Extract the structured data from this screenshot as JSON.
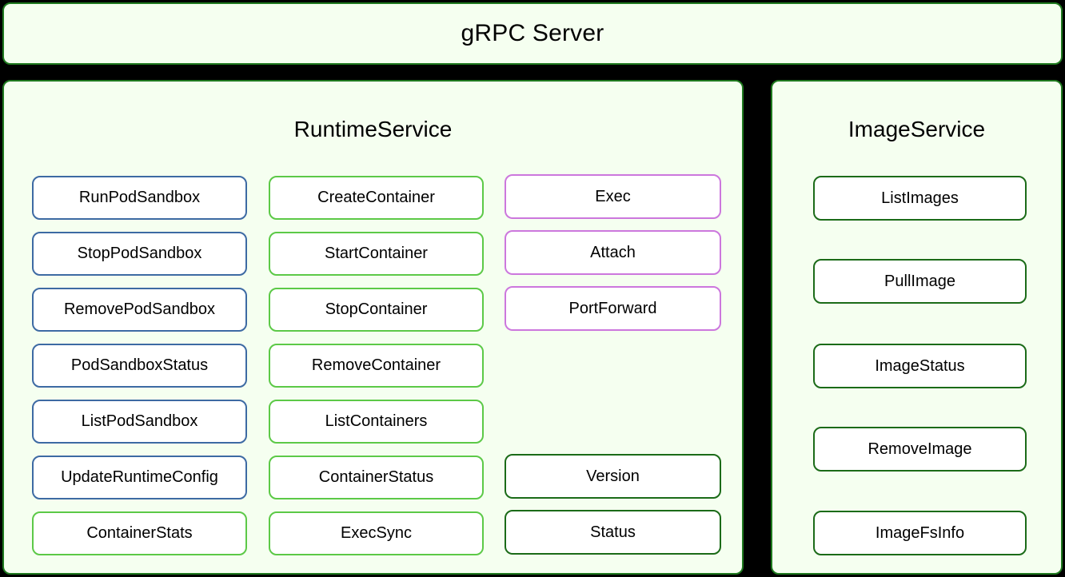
{
  "header": {
    "title": "gRPC Server"
  },
  "colors": {
    "page_background": "#000000",
    "panel_background": "#f5fff0",
    "panel_border": "#1f7a1f",
    "box_background": "#ffffff",
    "pod_sandbox_border": "#3d6aa3",
    "container_border": "#5cc947",
    "streaming_border": "#cc77dd",
    "general_border": "#1b6b18",
    "text": "#000000"
  },
  "runtime_service": {
    "title": "RuntimeService",
    "columns": [
      {
        "name": "pod-sandbox-methods",
        "items": [
          {
            "label": "RunPodSandbox",
            "accent": "blue"
          },
          {
            "label": "StopPodSandbox",
            "accent": "blue"
          },
          {
            "label": "RemovePodSandbox",
            "accent": "blue"
          },
          {
            "label": "PodSandboxStatus",
            "accent": "blue"
          },
          {
            "label": "ListPodSandbox",
            "accent": "blue"
          },
          {
            "label": "UpdateRuntimeConfig",
            "accent": "blue"
          },
          {
            "label": "ContainerStats",
            "accent": "green"
          }
        ]
      },
      {
        "name": "container-methods",
        "items": [
          {
            "label": "CreateContainer",
            "accent": "green"
          },
          {
            "label": "StartContainer",
            "accent": "green"
          },
          {
            "label": "StopContainer",
            "accent": "green"
          },
          {
            "label": "RemoveContainer",
            "accent": "green"
          },
          {
            "label": "ListContainers",
            "accent": "green"
          },
          {
            "label": "ContainerStatus",
            "accent": "green"
          },
          {
            "label": "ExecSync",
            "accent": "green"
          }
        ]
      },
      {
        "name": "streaming-and-general-methods",
        "items": [
          {
            "label": "Exec",
            "accent": "purple"
          },
          {
            "label": "Attach",
            "accent": "purple"
          },
          {
            "label": "PortForward",
            "accent": "purple"
          },
          {
            "label": "Version",
            "accent": "dark"
          },
          {
            "label": "Status",
            "accent": "dark"
          }
        ]
      }
    ]
  },
  "image_service": {
    "title": "ImageService",
    "items": [
      {
        "label": "ListImages",
        "accent": "dark"
      },
      {
        "label": "PullImage",
        "accent": "dark"
      },
      {
        "label": "ImageStatus",
        "accent": "dark"
      },
      {
        "label": "RemoveImage",
        "accent": "dark"
      },
      {
        "label": "ImageFsInfo",
        "accent": "dark"
      }
    ]
  }
}
